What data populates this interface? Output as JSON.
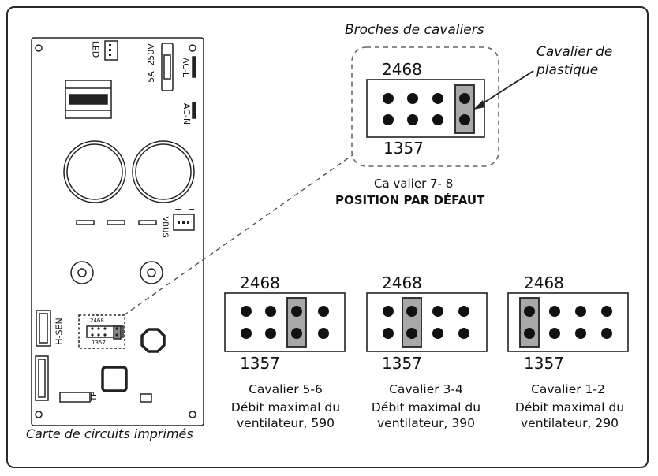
{
  "labels": {
    "jumper_pins": "Broches de cavaliers",
    "plastic_jumper_line1": "Cavalier de",
    "plastic_jumper_line2": "plastique",
    "default_jumper": "Ca valier   7- 8",
    "default_position": "POSITION PAR DÉFAUT",
    "circuit_board": "Carte de circuits imprimés"
  },
  "board_text": {
    "led": "LED",
    "fuse_current": "5A",
    "fuse_voltage": "250V",
    "ac_l": "AC-L",
    "ac_n": "AC-N",
    "vbus": "VBUS",
    "vbus_plus": "+",
    "vbus_minus": "−",
    "h_sen": "H-SEN",
    "tp": "TP",
    "mini_top": "2468",
    "mini_bottom": "1357"
  },
  "default_block": {
    "top_label": "2468",
    "bottom_label": "1357"
  },
  "options": [
    {
      "top_label": "2468",
      "bottom_label": "1357",
      "jumper": "Cavalier 5-6",
      "desc_line1": "Débit maximal du",
      "desc_line2": "ventilateur, 590"
    },
    {
      "top_label": "2468",
      "bottom_label": "1357",
      "jumper": "Cavalier 3-4",
      "desc_line1": "Débit maximal du",
      "desc_line2": "ventilateur, 390"
    },
    {
      "top_label": "2468",
      "bottom_label": "1357",
      "jumper": "Cavalier 1-2",
      "desc_line1": "Débit maximal du",
      "desc_line2": "ventilateur, 290"
    }
  ],
  "colors": {
    "jumper_fill": "#a8a8a8",
    "outline": "#222222",
    "pin": "#111111"
  }
}
